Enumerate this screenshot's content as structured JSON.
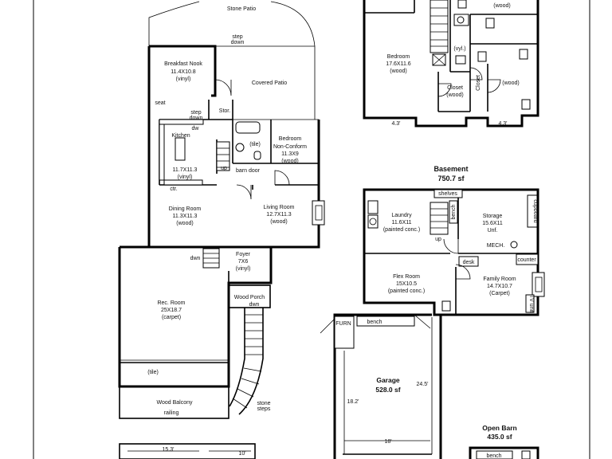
{
  "main_floor": {
    "stone_patio": "Stone Patio",
    "step_down": [
      "step",
      "down"
    ],
    "breakfast_nook": {
      "name": "Breakfast Nook",
      "dims": "11.4X10.8",
      "finish": "(vinyl)"
    },
    "covered_patio": "Covered Patio",
    "seat": "seat",
    "step_down_2": [
      "step",
      "down"
    ],
    "stor": "Stor.",
    "dw": "dw",
    "kitchen": {
      "name": "Kitchen",
      "dims": "11.7X11.3",
      "finish": "(vinyl)"
    },
    "bath_tile": "(tile)",
    "bedroom_nc": {
      "name": "Bedroom",
      "note": "Non-Conform",
      "dims": "11.3X9",
      "finish": "(wood)"
    },
    "up": "up",
    "barn_door": "barn door",
    "ctr": "ctr.",
    "dining": {
      "name": "Dining Room",
      "dims": "11.3X11.3",
      "finish": "(wood)"
    },
    "living": {
      "name": "Living Room",
      "dims": "12.7X11.3",
      "finish": "(wood)"
    },
    "dwn": "dwn",
    "foyer": {
      "name": "Foyer",
      "dims": "7X6",
      "finish": "(vinyl)"
    },
    "wood_porch": "Wood Porch",
    "dwn_2": "dwn",
    "rec_room": {
      "name": "Rec. Room",
      "dims": "25X18.7",
      "finish": "(carpet)"
    },
    "tile": "(tile)",
    "wood_balcony": "Wood Balcony",
    "railing": "railing",
    "stone_steps": [
      "stone",
      "steps"
    ],
    "dim_15_3": "15.3'",
    "dim_10": "10'"
  },
  "upper_floor": {
    "wood_top": "(wood)",
    "vyl": "(vyl.)",
    "bedroom": {
      "name": "Bedroom",
      "dims": "17.6X11.6",
      "finish": "(wood)"
    },
    "closet": {
      "name": "Closet",
      "finish": "(wood)"
    },
    "closet_v": "Closet",
    "wood_right": "(wood)",
    "dim_left": "4.3'",
    "dim_right": "4.3'"
  },
  "basement": {
    "title": "Basement",
    "area": "750.7 sf",
    "shelves": "shelves",
    "bench": "bench",
    "laundry": {
      "name": "Laundry",
      "dims": "11.6X11",
      "finish": "(painted conc.)"
    },
    "storage": {
      "name": "Storage",
      "dims": "15.6X11",
      "finish": "Unf."
    },
    "cupboard": "cupboard",
    "up": "up",
    "mech": "MECH.",
    "desk": "desk",
    "counter": "counter",
    "flex": {
      "name": "Flex Room",
      "dims": "15X10.5",
      "finish": "(painted conc.)"
    },
    "family": {
      "name": "Family Room",
      "dims": "14.7X10.7",
      "finish": "(Carpet)"
    },
    "tv_unit": "TV unit"
  },
  "garage": {
    "furn": "FURN",
    "bench": "bench",
    "title": "Garage",
    "area": "528.0 sf",
    "dim_24_5": "24.5'",
    "dim_18_2": "18.2'",
    "dim_18": "18'"
  },
  "barn": {
    "title": "Open Barn",
    "area": "435.0 sf",
    "bench": "bench"
  }
}
